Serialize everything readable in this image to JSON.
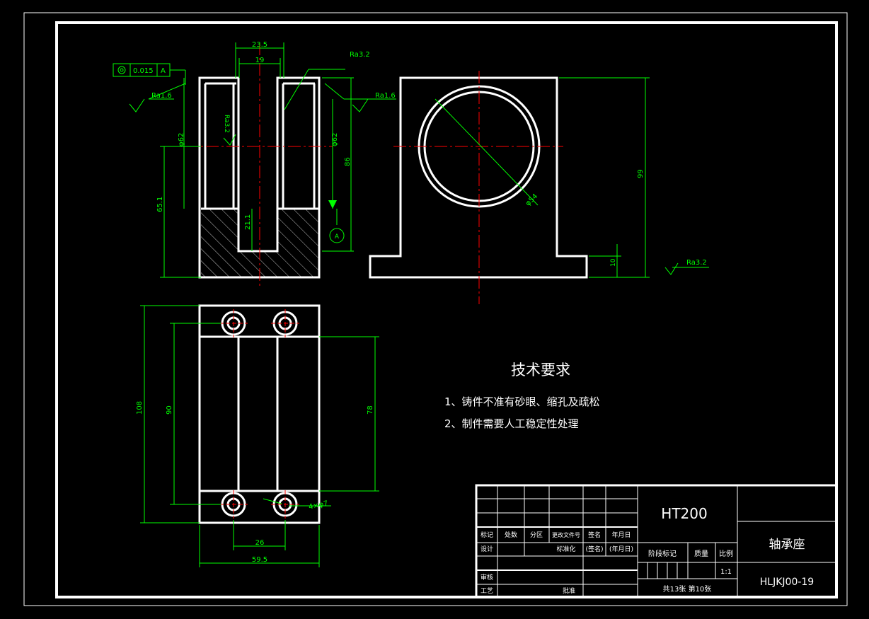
{
  "colors": {
    "background": "#000000",
    "outline": "#ffffff",
    "dimension": "#00ff00",
    "centerline": "#ff0000",
    "hatch": "#cccccc"
  },
  "front_view": {
    "dim_outer_width": "23.5",
    "dim_slot_width": "19",
    "dim_height_left": "65.1",
    "dim_height_right": "86",
    "dim_slot_depth": "21.1",
    "dia_left": "φ62",
    "dia_right": "φ62",
    "roughness_top": "Ra3.2",
    "roughness_left": "Ra1.6",
    "roughness_right": "Ra1.6",
    "roughness_inner": "Ra3.2",
    "tolerance_value": "0.015",
    "tolerance_datum": "A",
    "datum_label": "A"
  },
  "side_view": {
    "dim_height": "99",
    "dim_base_thickness": "10",
    "dia_label": "φ54",
    "roughness_bottom": "Ra3.2"
  },
  "top_view": {
    "dim_total_length": "108",
    "dim_hole_spacing": "90",
    "dim_inner_length": "78",
    "dim_hole_pitch_x": "26",
    "dim_total_width": "59.5",
    "hole_note": "4×φ7"
  },
  "tech_requirements": {
    "title": "技术要求",
    "items": [
      "1、铸件不准有砂眼、缩孔及疏松",
      "2、制件需要人工稳定性处理"
    ]
  },
  "title_block": {
    "material": "HT200",
    "part_name": "轴承座",
    "drawing_number": "HLJKJ00-19",
    "header_cols": [
      "标记",
      "处数",
      "分区",
      "更改文件号",
      "签名",
      "年月日"
    ],
    "design_label": "设计",
    "standardization": "标准化",
    "sign": "(签名)",
    "date": "(年月日)",
    "stage_mark": "阶段标记",
    "weight": "质量",
    "scale_label": "比例",
    "scale_value": "1:1",
    "review": "审核",
    "process": "工艺",
    "approve": "批准",
    "sheets": "共13张 第10张"
  }
}
